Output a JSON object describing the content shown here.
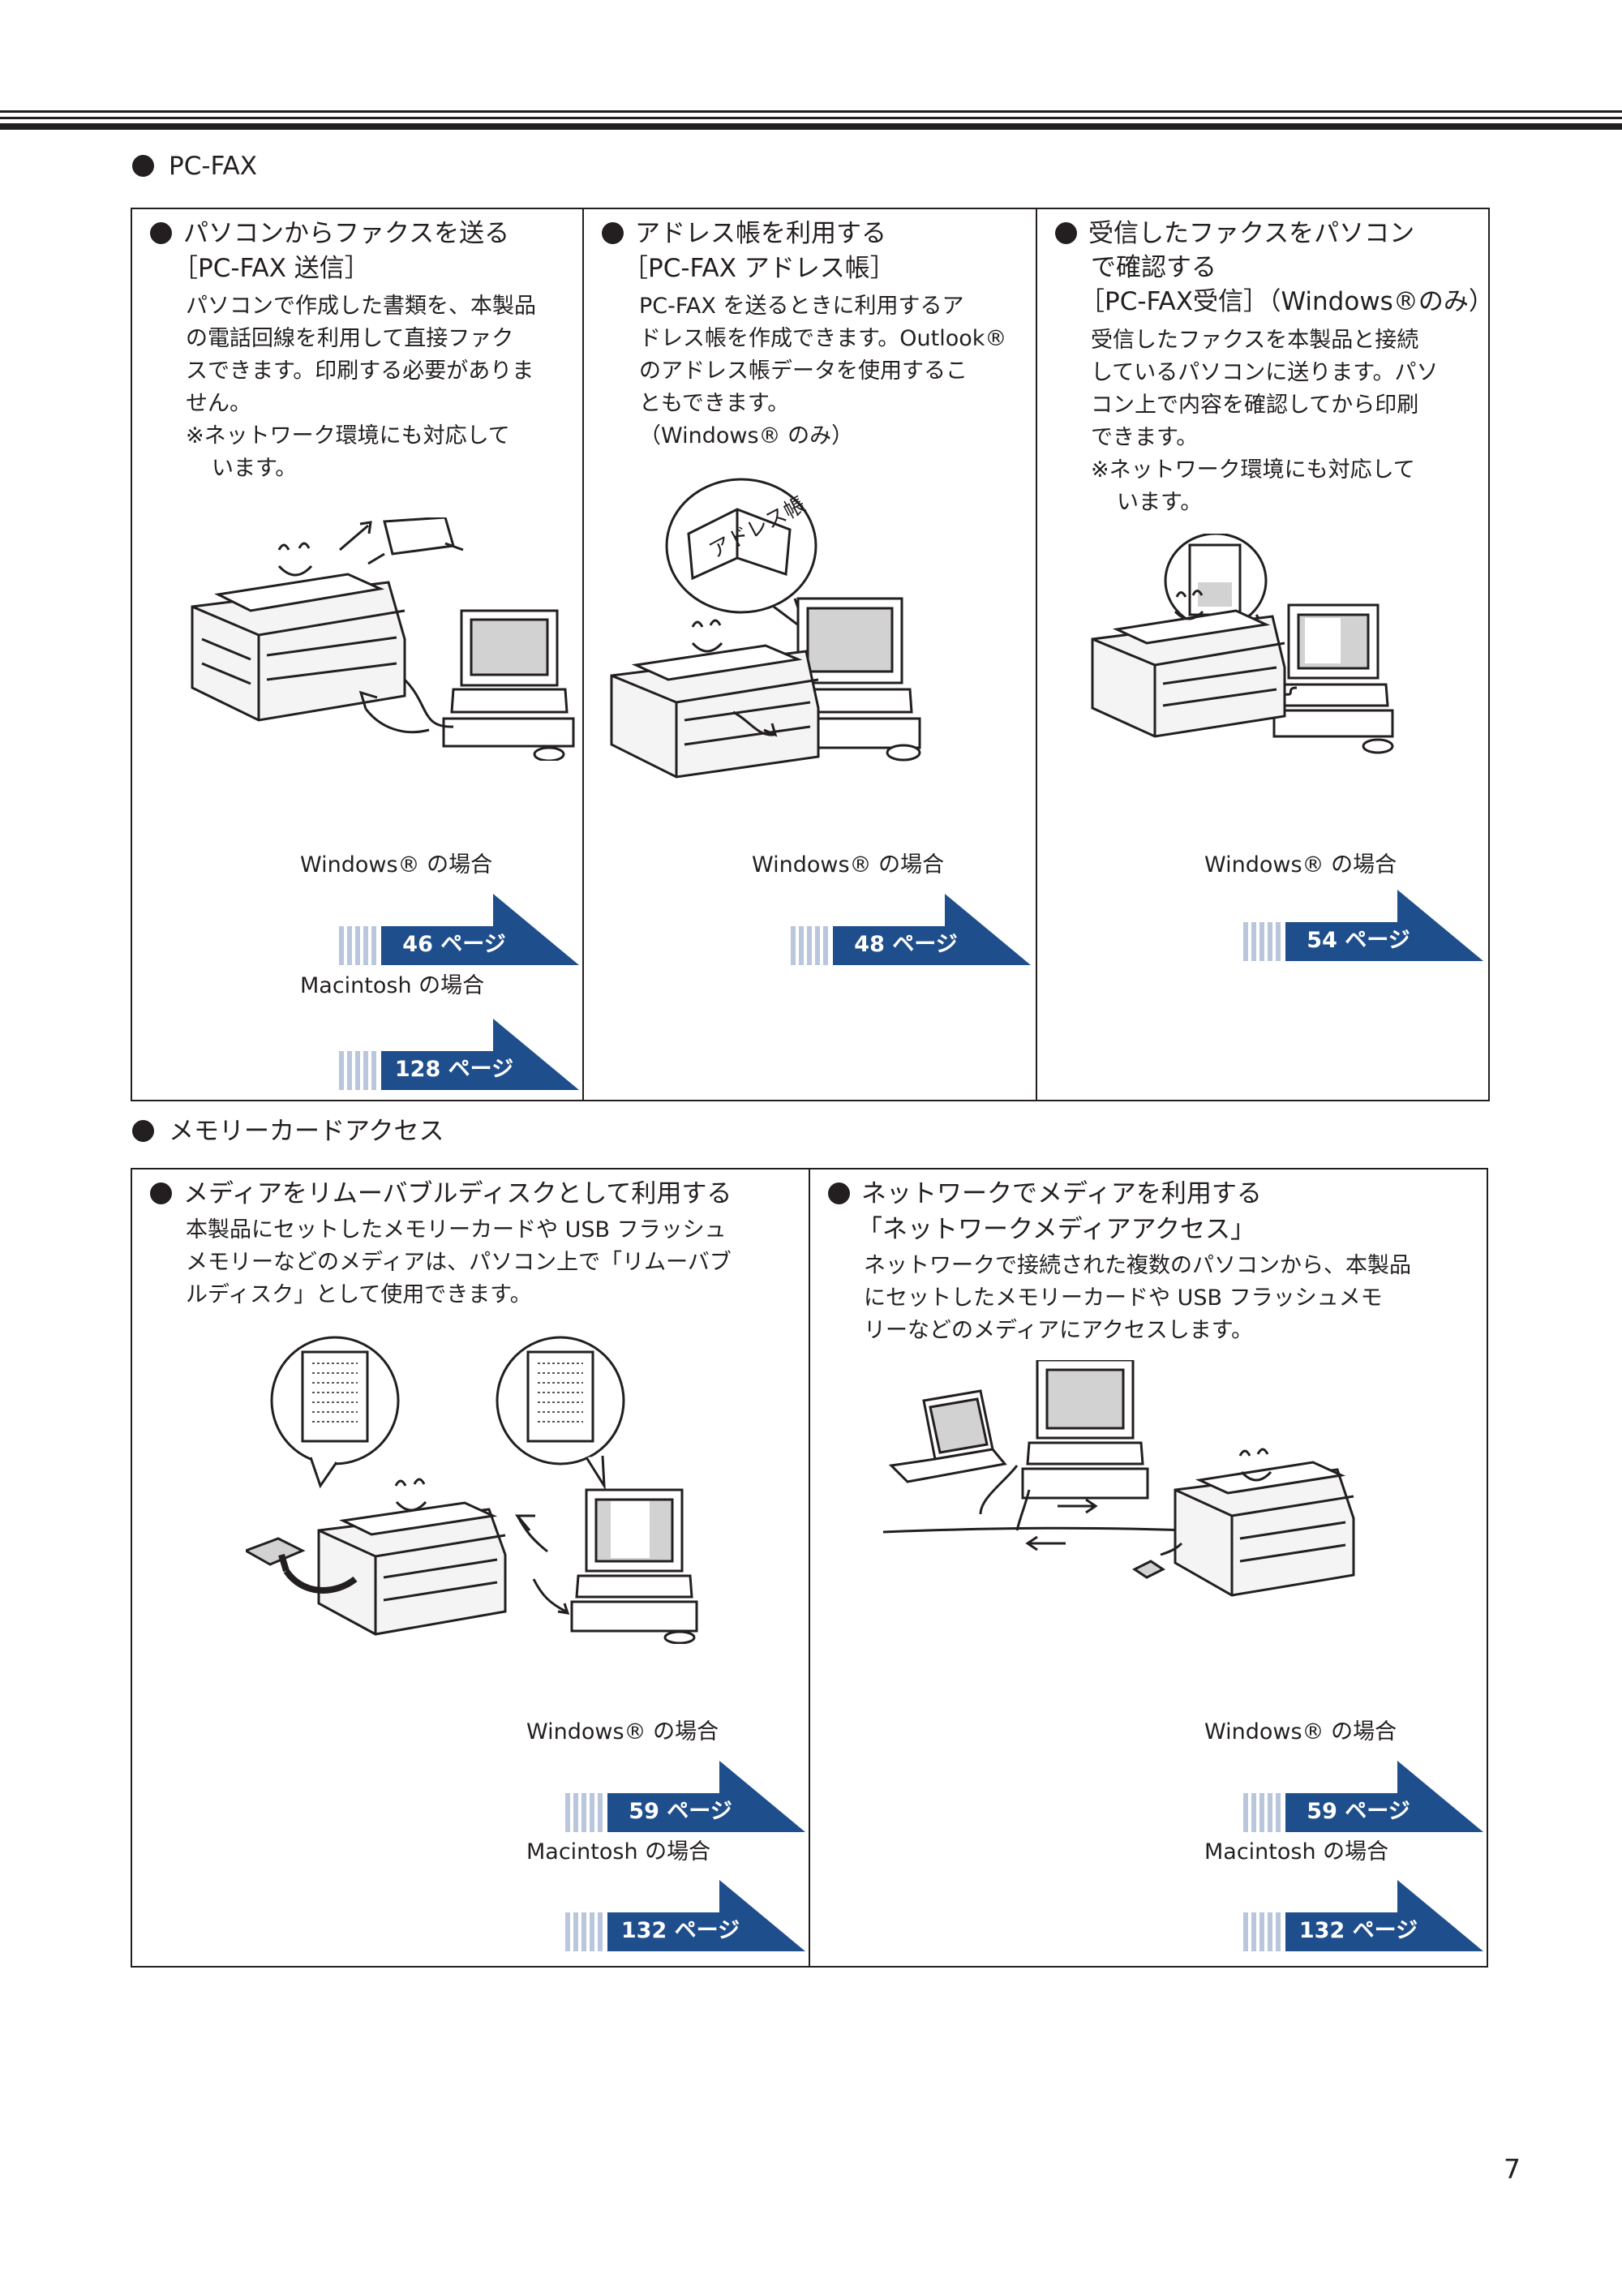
{
  "colors": {
    "ink": "#231f20",
    "badge_blue": "#1f4e8c",
    "badge_stripe": "#b9c6dc"
  },
  "pcfax": {
    "heading": "PC-FAX",
    "send": {
      "title": "パソコンからファクスを送る",
      "subtitle": "［PC-FAX 送信］",
      "body": [
        "パソコンで作成した書類を、本製品",
        "の電話回線を利用して直接ファク",
        "スできます。印刷する必要がありま",
        "せん。"
      ],
      "note": [
        "※ネットワーク環境にも対応して",
        "います。"
      ],
      "case_windows": "Windows® の場合",
      "page_windows": "46 ページ",
      "case_mac": "Macintosh の場合",
      "page_mac": "128 ページ"
    },
    "address_book": {
      "title": "アドレス帳を利用する",
      "subtitle": "［PC-FAX アドレス帳］",
      "body": [
        "PC-FAX を送るときに利用するア",
        "ドレス帳を作成できます。Outlook®",
        "のアドレス帳データを使用するこ",
        "ともできます。",
        "（Windows® のみ）"
      ],
      "bubble_label": "アドレス帳",
      "case_windows": "Windows® の場合",
      "page_windows": "48 ページ"
    },
    "receive": {
      "title_line1": "受信したファクスをパソコン",
      "title_line2": "で確認する",
      "subtitle": "［PC-FAX受信］（Windows®のみ）",
      "body": [
        "受信したファクスを本製品と接続",
        "しているパソコンに送ります。パソ",
        "コン上で内容を確認してから印刷",
        "できます。"
      ],
      "note": [
        "※ネットワーク環境にも対応して",
        "います。"
      ],
      "case_windows": "Windows® の場合",
      "page_windows": "54 ページ"
    }
  },
  "memory_card": {
    "heading": "メモリーカードアクセス",
    "removable": {
      "title": "メディアをリムーバブルディスクとして利用する",
      "body": [
        "本製品にセットしたメモリーカードや USB フラッシュ",
        "メモリーなどのメディアは、パソコン上で「リムーバブ",
        "ルディスク」として使用できます。"
      ],
      "case_windows": "Windows® の場合",
      "page_windows": "59 ページ",
      "case_mac": "Macintosh の場合",
      "page_mac": "132 ページ"
    },
    "network": {
      "title": "ネットワークでメディアを利用する",
      "subtitle": "「ネットワークメディアアクセス」",
      "body": [
        "ネットワークで接続された複数のパソコンから、本製品",
        "にセットしたメモリーカードや USB フラッシュメモ",
        "リーなどのメディアにアクセスします。"
      ],
      "case_windows": "Windows® の場合",
      "page_windows": "59 ページ",
      "case_mac": "Macintosh の場合",
      "page_mac": "132 ページ"
    }
  },
  "page_number": "7"
}
